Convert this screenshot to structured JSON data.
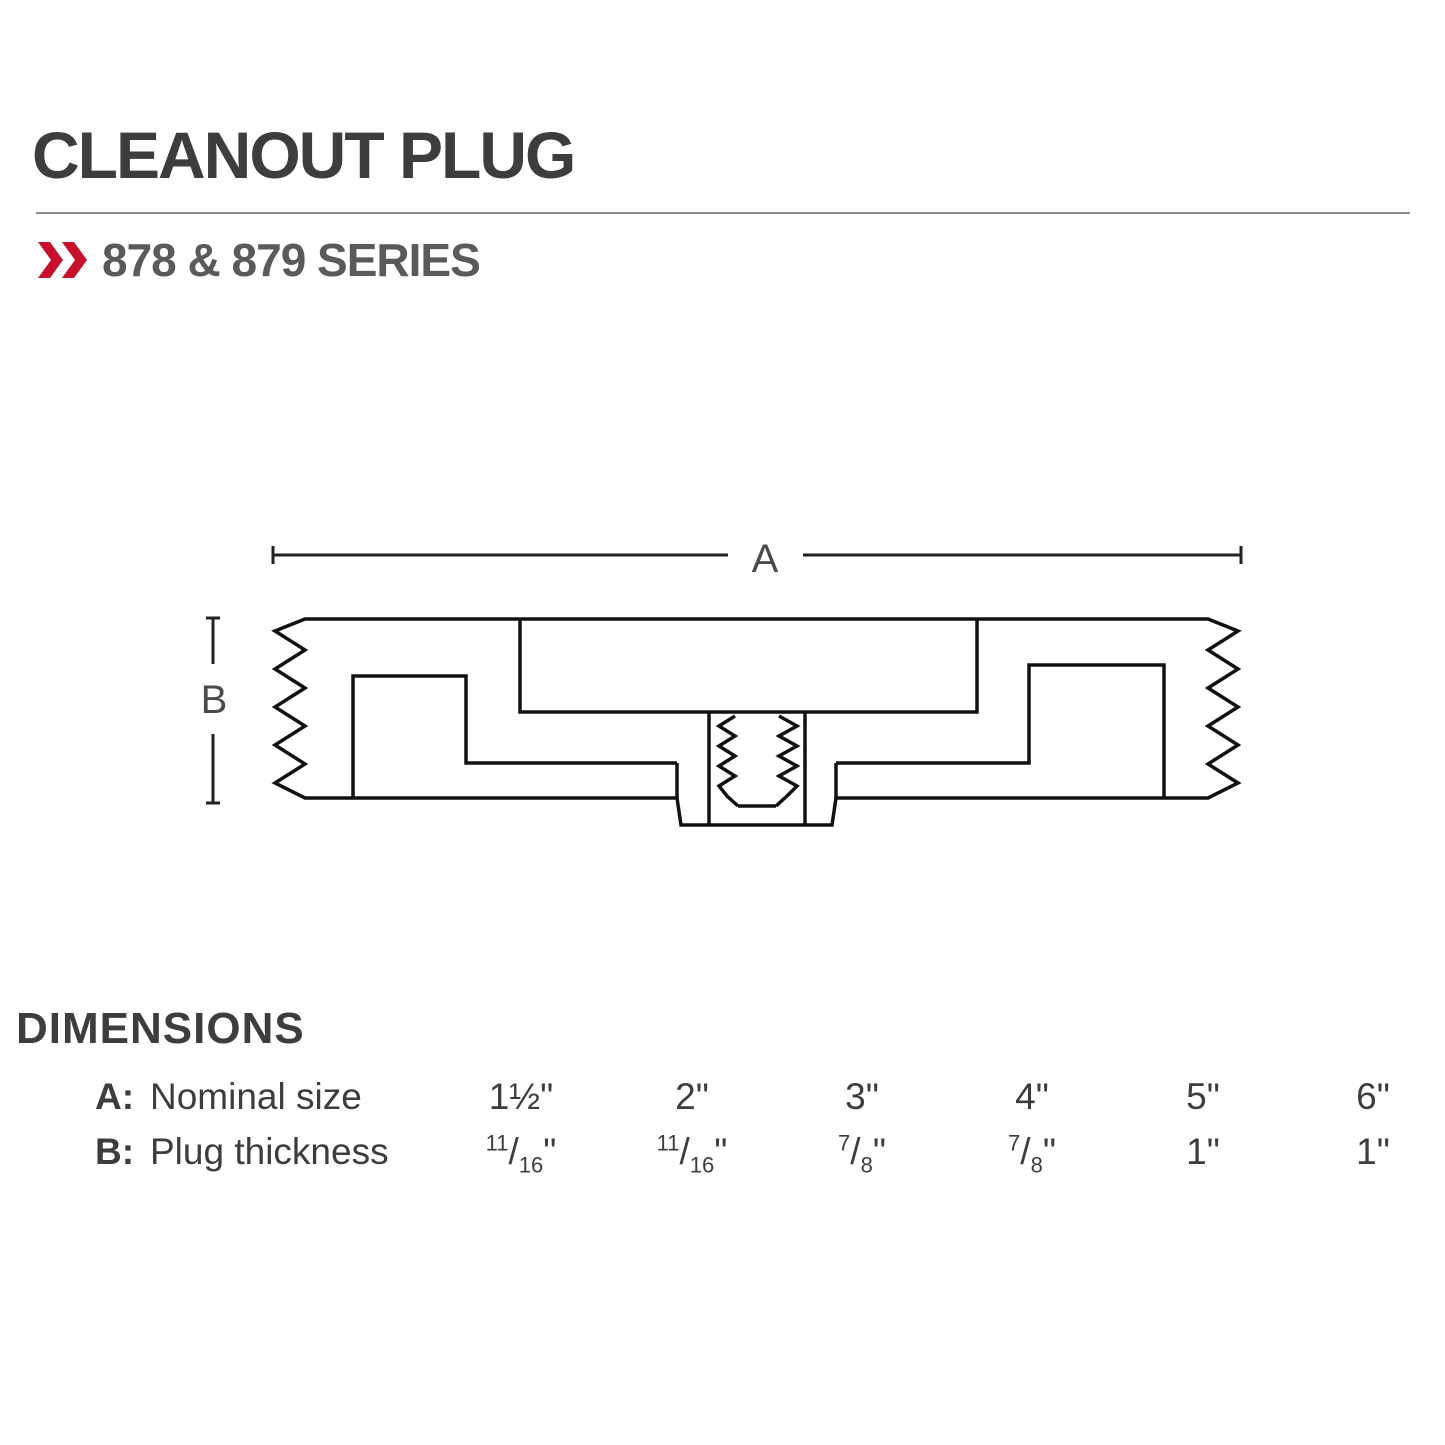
{
  "header": {
    "title": "CLEANOUT PLUG",
    "series": "878 & 879 SERIES",
    "accent_color": "#c8102e",
    "chevron_icon": "double-chevron-right-icon"
  },
  "diagram": {
    "dim_a_label": "A",
    "dim_b_label": "B"
  },
  "dimensions": {
    "heading": "DIMENSIONS",
    "rows": [
      {
        "key": "A:",
        "label": "Nominal size",
        "values": [
          "1½\"",
          "2\"",
          "3\"",
          "4\"",
          "5\"",
          "6\""
        ]
      },
      {
        "key": "B:",
        "label": "Plug thickness",
        "values": [
          {
            "num": "11",
            "den": "16",
            "unit": "\""
          },
          {
            "num": "11",
            "den": "16",
            "unit": "\""
          },
          {
            "num": "7",
            "den": "8",
            "unit": "\""
          },
          {
            "num": "7",
            "den": "8",
            "unit": "\""
          },
          "1\"",
          "1\""
        ]
      }
    ]
  }
}
